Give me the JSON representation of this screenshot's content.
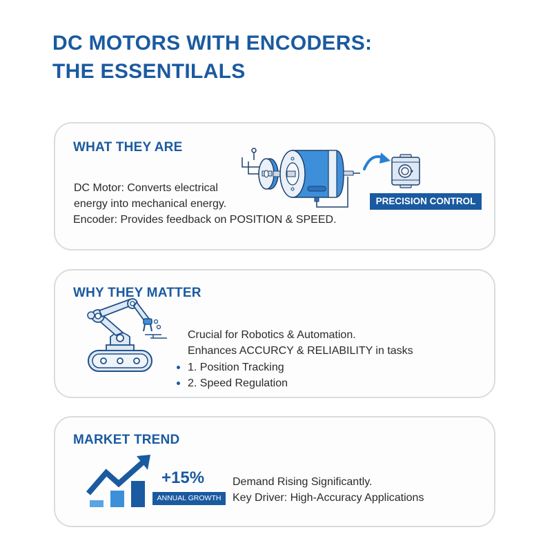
{
  "header": {
    "title_line1": "DC MOTORS WITH ENCODERS:",
    "title_line2": "THE ESSENTILALS"
  },
  "colors": {
    "brand_blue": "#1a5aa0",
    "motor_blue": "#3d8fd9",
    "card_border": "#d9dbde"
  },
  "sections": [
    {
      "title": "WHAT THEY ARE",
      "lines": [
        "DC Motor: Converts electrical",
        "energy into mechanical energy.",
        "Encoder: Provides feedback on POSITION & SPEED."
      ],
      "icons": [
        "dc-motor-with-encoder-icon",
        "curved-arrow-icon",
        "controller-module-icon"
      ],
      "badge": "PRECISION CONTROL"
    },
    {
      "title": "WHY THEY MATTER",
      "lines": [
        "Crucial for Robotics & Automation.",
        "Enhances ACCURCY & RELIABILITY in tasks"
      ],
      "bullets": [
        "1. Position Tracking",
        "2. Speed Regulation"
      ],
      "icons": [
        "robotic-arm-icon"
      ]
    },
    {
      "title": "MARKET TREND",
      "stat": "+15%",
      "stat_label": "ANNUAL GROWTH",
      "lines": [
        "Demand Rising Significantly.",
        "Key Driver: High-Accuracy Applications"
      ],
      "icons": [
        "growth-chart-icon"
      ]
    }
  ]
}
